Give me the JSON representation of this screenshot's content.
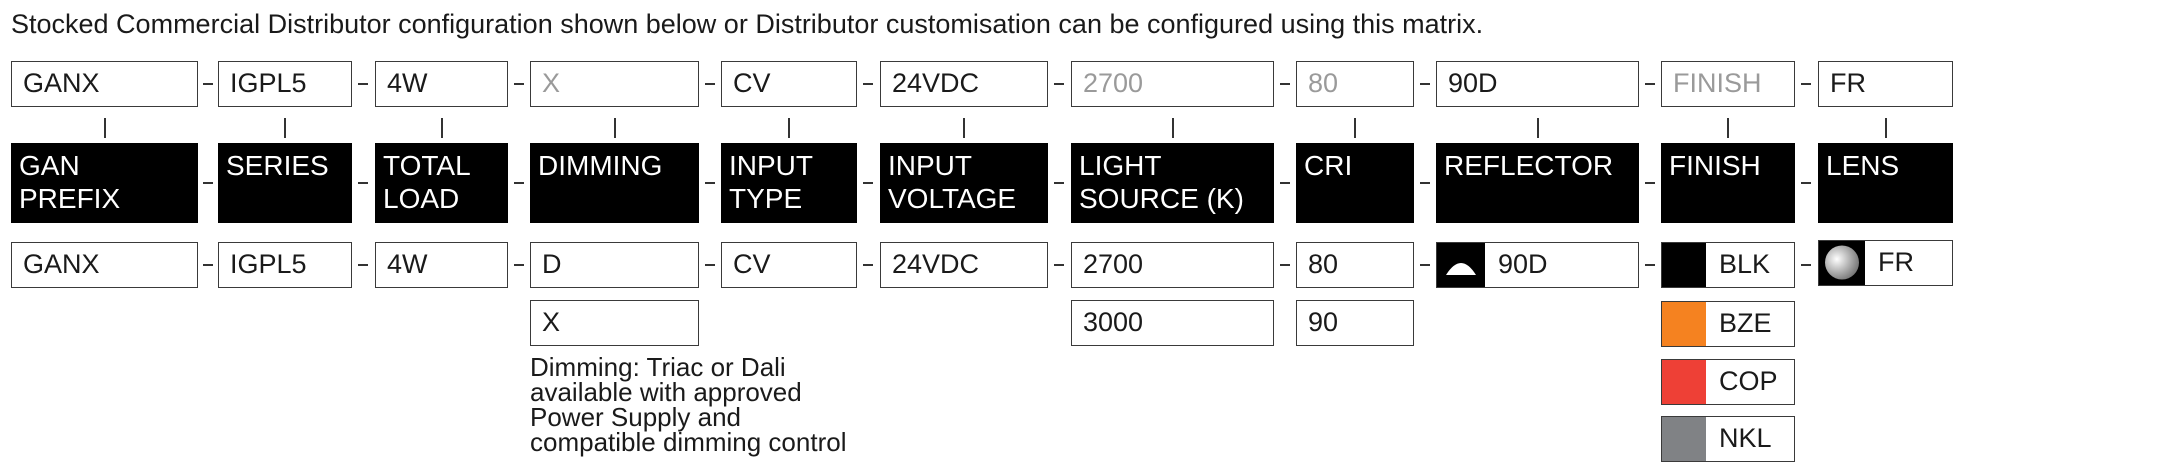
{
  "intro": "Stocked Commercial Distributor configuration shown below or Distributor customisation can be configured using this matrix.",
  "code": [
    "GANX",
    "IGPL5",
    "4W",
    "X",
    "CV",
    "24VDC",
    "2700",
    "80",
    "90D",
    "FINISH",
    "FR"
  ],
  "headers": [
    [
      "GAN",
      "PREFIX"
    ],
    [
      "SERIES"
    ],
    [
      "TOTAL",
      "LOAD"
    ],
    [
      "DIMMING"
    ],
    [
      "INPUT",
      "TYPE"
    ],
    [
      "INPUT",
      "VOLTAGE"
    ],
    [
      "LIGHT",
      "SOURCE (K)"
    ],
    [
      "CRI"
    ],
    [
      "REFLECTOR"
    ],
    [
      "FINISH"
    ],
    [
      "LENS"
    ]
  ],
  "options": {
    "prefix": [
      "GANX"
    ],
    "series": [
      "IGPL5"
    ],
    "load": [
      "4W"
    ],
    "dimming": [
      "D",
      "X"
    ],
    "input_type": [
      "CV"
    ],
    "voltage": [
      "24VDC"
    ],
    "light_source": [
      "2700",
      "3000"
    ],
    "cri": [
      "80",
      "90"
    ],
    "reflector": [
      "90D"
    ],
    "finish": [
      "BLK",
      "BZE",
      "COP",
      "NKL"
    ],
    "lens": [
      "FR"
    ]
  },
  "finish_colors": [
    "#000000",
    "#f58220",
    "#ee4036",
    "#808285"
  ],
  "dimming_note": [
    "Dimming: Triac or Dali",
    "available with approved",
    "Power Supply and",
    "compatible dimming control"
  ]
}
